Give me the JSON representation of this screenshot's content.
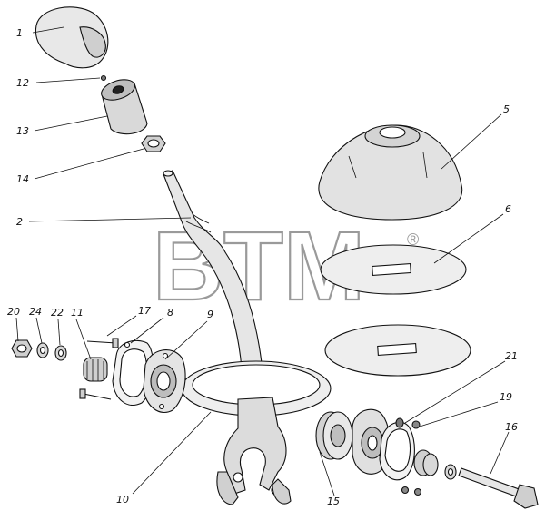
{
  "watermark": {
    "text": "BTM",
    "mark": "®"
  },
  "labels": [
    {
      "id": "1",
      "text": "1"
    },
    {
      "id": "12",
      "text": "12"
    },
    {
      "id": "13",
      "text": "13"
    },
    {
      "id": "14",
      "text": "14"
    },
    {
      "id": "2",
      "text": "2"
    },
    {
      "id": "5",
      "text": "5"
    },
    {
      "id": "6",
      "text": "6"
    },
    {
      "id": "20",
      "text": "20"
    },
    {
      "id": "24",
      "text": "24"
    },
    {
      "id": "22",
      "text": "22"
    },
    {
      "id": "11",
      "text": "11"
    },
    {
      "id": "17",
      "text": "17"
    },
    {
      "id": "8",
      "text": "8"
    },
    {
      "id": "9",
      "text": "9"
    },
    {
      "id": "21",
      "text": "21"
    },
    {
      "id": "19",
      "text": "19"
    },
    {
      "id": "16",
      "text": "16"
    },
    {
      "id": "10",
      "text": "10"
    },
    {
      "id": "15",
      "text": "15"
    }
  ]
}
